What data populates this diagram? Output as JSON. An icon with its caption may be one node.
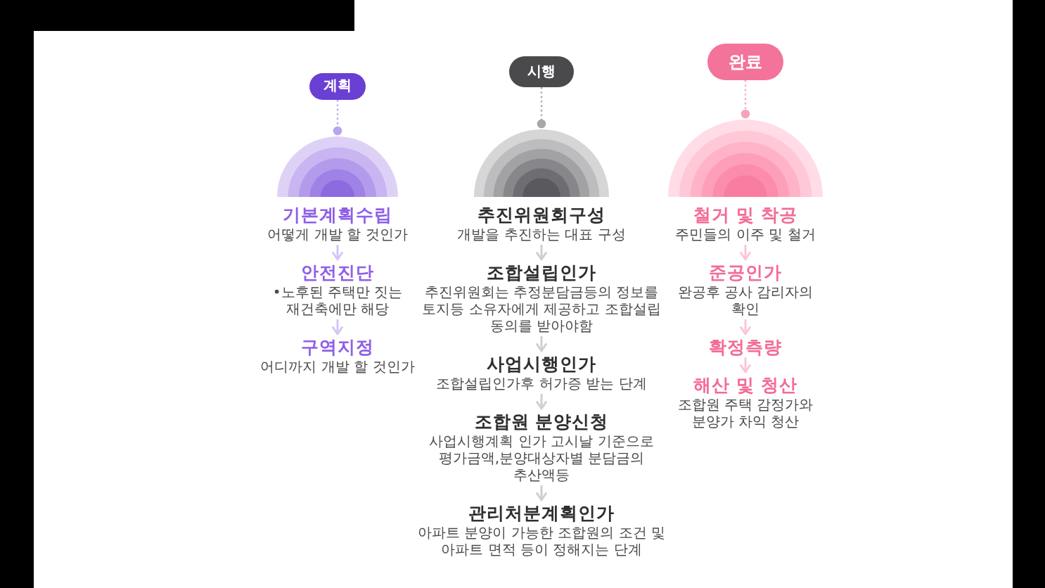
{
  "diagram": {
    "nodes": [
      {
        "text": [
          "계획"
        ]
      },
      {
        "text": [],
        "shape": "semicircle"
      },
      {
        "text": [
          "기본계획수립",
          "어떻게 개발 할 것인가"
        ]
      },
      {
        "text": [
          "안전진단",
          "•노후된 주택만 짓는 재건축에만 해당"
        ]
      },
      {
        "text": [
          "구역지정",
          "어디까지 개발 할 것인가"
        ]
      },
      {
        "text": [
          "시행"
        ]
      },
      {
        "text": [],
        "shape": "semicircle"
      },
      {
        "text": [
          "추진위원회구성",
          "개발을 추진하는 대표 구성"
        ]
      },
      {
        "text": [
          "조합설립인가",
          "추진위원회는 추정분담금등의 정보를 토지등 소유자에게 제공하고 조합설립 동의를 받아야함"
        ]
      },
      {
        "text": [
          "사업시행인가",
          "조합설립인가후 허가증 받는 단계"
        ]
      },
      {
        "text": [
          "조합원 분양신청",
          "사업시행계획 인가 고시날 기준으로 평가금액,분양대상자별 분담금의 추산액등"
        ]
      },
      {
        "text": [
          "관리처분계획인가",
          "아파트 분양이 가능한 조합원의 조건 및 아파트 면적 등이 정해지는 단계"
        ]
      },
      {
        "text": [
          "완료"
        ]
      },
      {
        "text": [],
        "shape": "semicircle"
      },
      {
        "text": [
          "철거 및 착공",
          "주민들의 이주 및 철거"
        ]
      },
      {
        "text": [
          "준공인가",
          "완공후 공사 감리자의 확인"
        ]
      },
      {
        "text": [
          "확정측량"
        ]
      },
      {
        "text": [
          "해산 및 청산",
          "조합원 주택 감정가와 분양가 차익 청산"
        ]
      }
    ],
    "edges": [
      {
        "from": 0,
        "to": 1,
        "arrow": "other",
        "style": "dashed",
        "color": "#b9a4ee"
      },
      {
        "from": 2,
        "to": 3,
        "arrow": "to",
        "color": "#d3c6f4"
      },
      {
        "from": 3,
        "to": 4,
        "arrow": "to",
        "color": "#d3c6f4"
      },
      {
        "from": 5,
        "to": 6,
        "arrow": "other",
        "style": "dashed",
        "color": "#a7a7aa"
      },
      {
        "from": 7,
        "to": 8,
        "arrow": "to",
        "color": "#cfcfd1"
      },
      {
        "from": 8,
        "to": 9,
        "arrow": "to",
        "color": "#cfcfd1"
      },
      {
        "from": 9,
        "to": 10,
        "arrow": "to",
        "color": "#cfcfd1"
      },
      {
        "from": 10,
        "to": 11,
        "arrow": "to",
        "color": "#cfcfd1"
      },
      {
        "from": 12,
        "to": 13,
        "arrow": "other",
        "style": "dashed",
        "color": "#f7a3bd"
      },
      {
        "from": 14,
        "to": 15,
        "arrow": "to",
        "color": "#fbc6d5"
      },
      {
        "from": 15,
        "to": 16,
        "arrow": "to",
        "color": "#fbc6d5"
      },
      {
        "from": 16,
        "to": 17,
        "arrow": "to",
        "color": "#fbc6d5"
      }
    ]
  }
}
